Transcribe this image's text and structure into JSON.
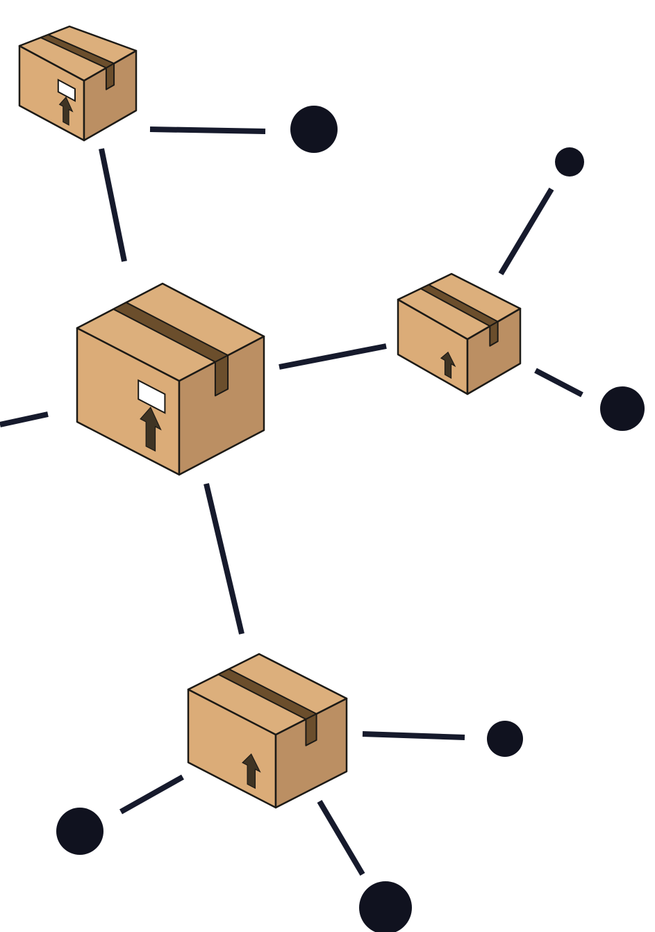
{
  "diagram": {
    "kind": "network-of-package-boxes",
    "colors": {
      "background": "#ffffff",
      "edge": "#161a2c",
      "node_dot": "#10121f",
      "cardboard_top": "#dcaf7c",
      "cardboard_left": "#dbac78",
      "cardboard_right": "#bb8f63",
      "tape": "#6b4e2c",
      "outline": "#1c1a16"
    },
    "nodes": [
      {
        "id": "box-top-left",
        "type": "box",
        "icon": "package-box-icon",
        "has_label_sticker": true
      },
      {
        "id": "box-center",
        "type": "box",
        "icon": "package-box-icon",
        "has_label_sticker": true
      },
      {
        "id": "box-right",
        "type": "box",
        "icon": "package-box-icon",
        "has_label_sticker": false
      },
      {
        "id": "box-bottom",
        "type": "box",
        "icon": "package-box-icon",
        "has_label_sticker": false
      },
      {
        "id": "dot-top",
        "type": "dot"
      },
      {
        "id": "dot-top-right",
        "type": "dot"
      },
      {
        "id": "dot-right",
        "type": "dot"
      },
      {
        "id": "dot-bottom-right",
        "type": "dot"
      },
      {
        "id": "dot-bottom-left",
        "type": "dot"
      },
      {
        "id": "dot-bottom",
        "type": "dot"
      },
      {
        "id": "offscreen-left",
        "type": "offscreen"
      }
    ],
    "edges": [
      {
        "from": "box-top-left",
        "to": "dot-top"
      },
      {
        "from": "box-top-left",
        "to": "box-center"
      },
      {
        "from": "box-center",
        "to": "box-right"
      },
      {
        "from": "box-center",
        "to": "offscreen-left"
      },
      {
        "from": "box-center",
        "to": "box-bottom"
      },
      {
        "from": "box-right",
        "to": "dot-top-right"
      },
      {
        "from": "box-right",
        "to": "dot-right"
      },
      {
        "from": "box-bottom",
        "to": "dot-bottom-right"
      },
      {
        "from": "box-bottom",
        "to": "dot-bottom-left"
      },
      {
        "from": "box-bottom",
        "to": "dot-bottom"
      }
    ]
  }
}
